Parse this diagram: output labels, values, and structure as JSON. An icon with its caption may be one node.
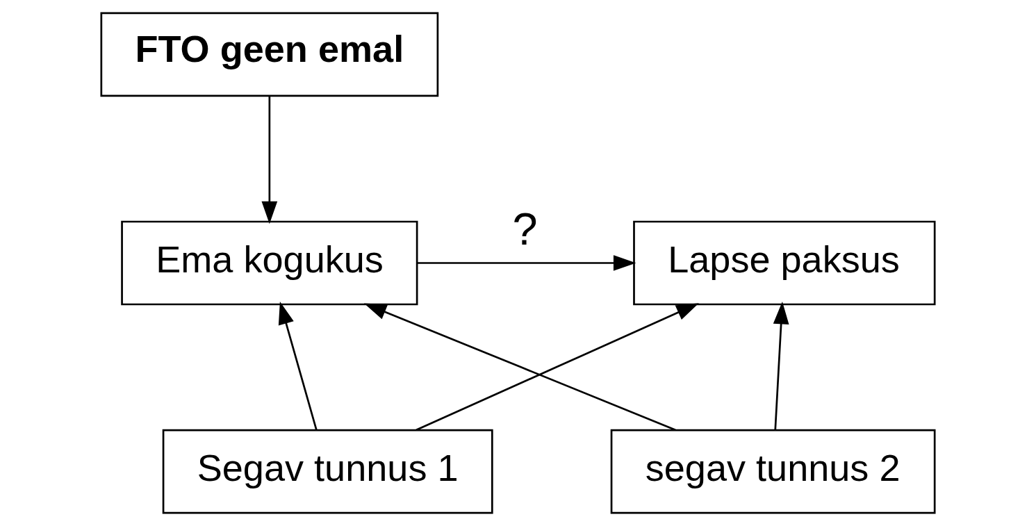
{
  "diagram": {
    "nodes": [
      {
        "text": [
          "FTO geen emal"
        ]
      },
      {
        "text": [
          "Ema kogukus"
        ]
      },
      {
        "text": [
          "Lapse paksus"
        ]
      },
      {
        "text": [
          "Segav tunnus 1"
        ]
      },
      {
        "text": [
          "segav tunnus 2"
        ]
      }
    ],
    "edges": [
      {
        "from": 0,
        "to": 1,
        "arrow": "to"
      },
      {
        "from": 1,
        "to": 2,
        "arrow": "to",
        "label": "?"
      },
      {
        "from": 3,
        "to": 1,
        "arrow": "to"
      },
      {
        "from": 3,
        "to": 2,
        "arrow": "to"
      },
      {
        "from": 4,
        "to": 1,
        "arrow": "to"
      },
      {
        "from": 4,
        "to": 2,
        "arrow": "to"
      }
    ]
  }
}
